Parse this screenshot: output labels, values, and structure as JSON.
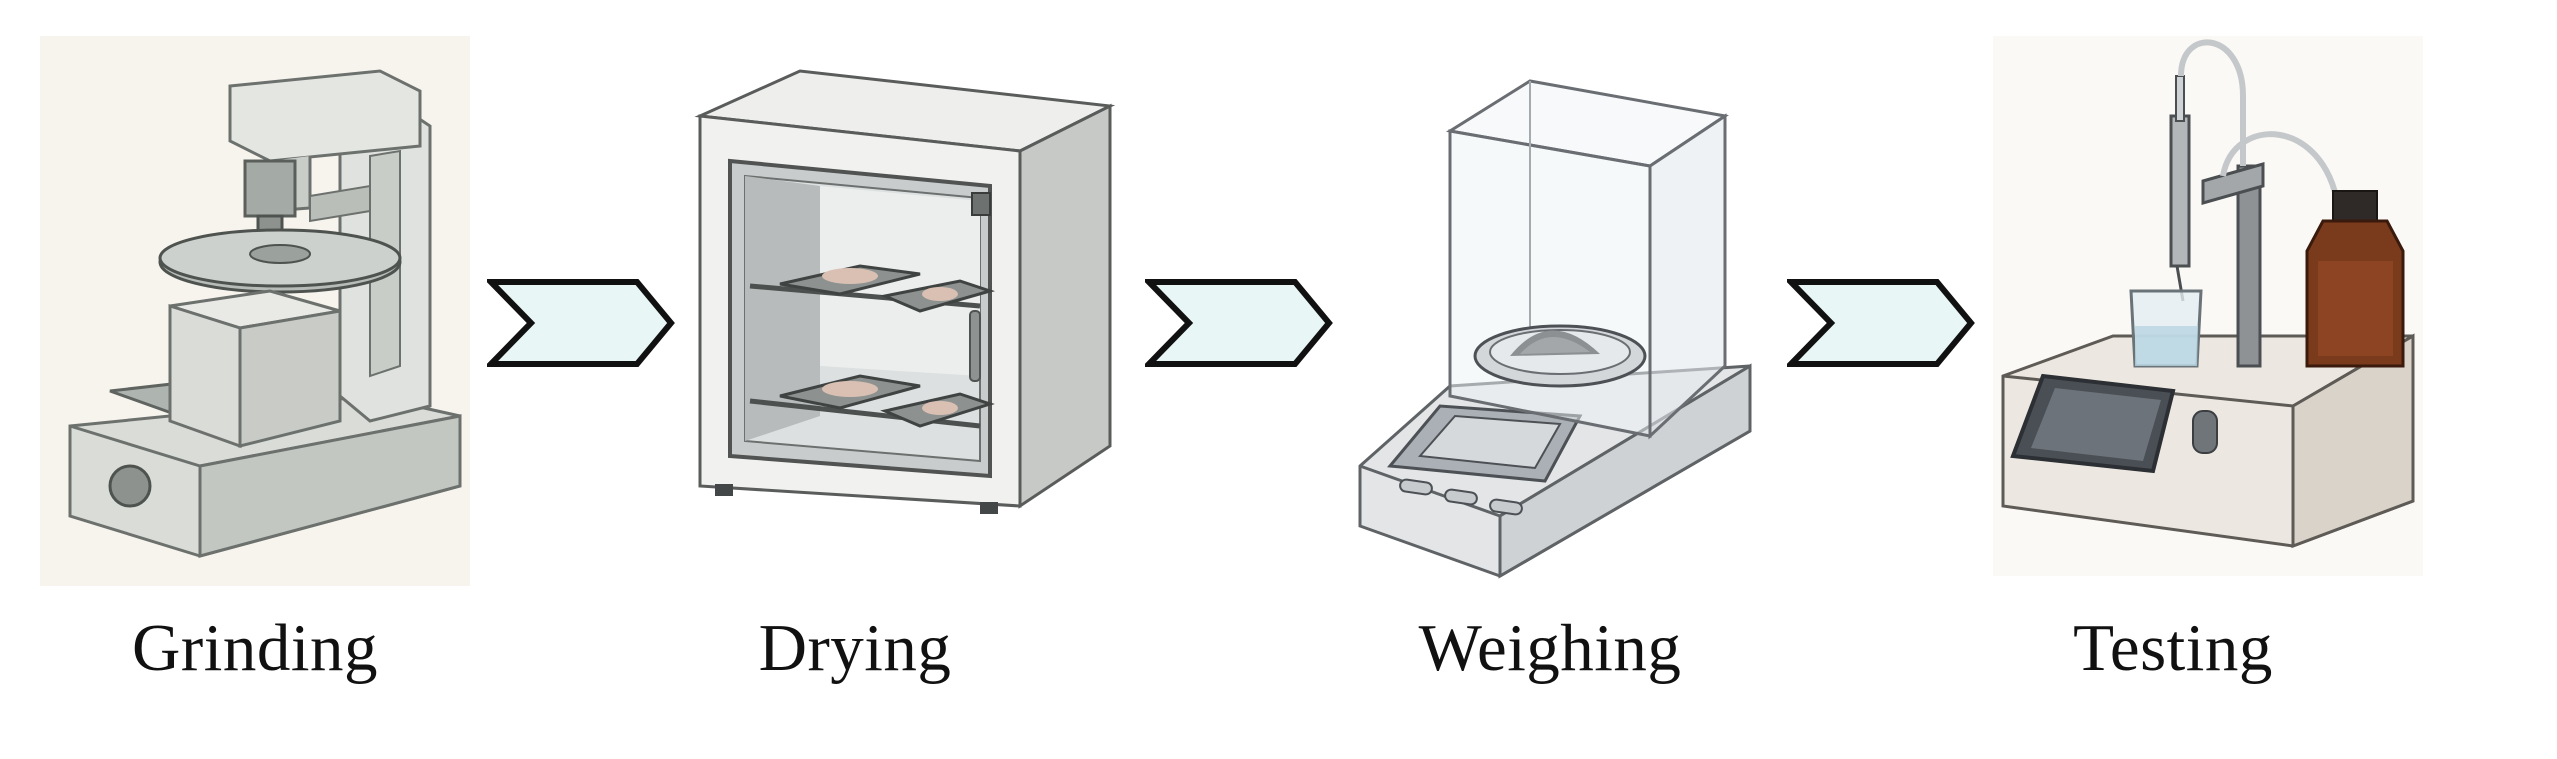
{
  "steps": [
    {
      "id": "grinding",
      "label": "Grinding",
      "icon": "grinding-machine-icon"
    },
    {
      "id": "drying",
      "label": "Drying",
      "icon": "drying-oven-icon"
    },
    {
      "id": "weighing",
      "label": "Weighing",
      "icon": "analytical-balance-icon"
    },
    {
      "id": "testing",
      "label": "Testing",
      "icon": "titrator-icon"
    }
  ],
  "colors": {
    "arrow_fill": "#e8f6f6",
    "arrow_stroke": "#111111",
    "text": "#111111",
    "machine_body": "#e6e8e4",
    "machine_shadow": "#9ea4a0",
    "reagent_bottle": "#7a3a1c"
  }
}
